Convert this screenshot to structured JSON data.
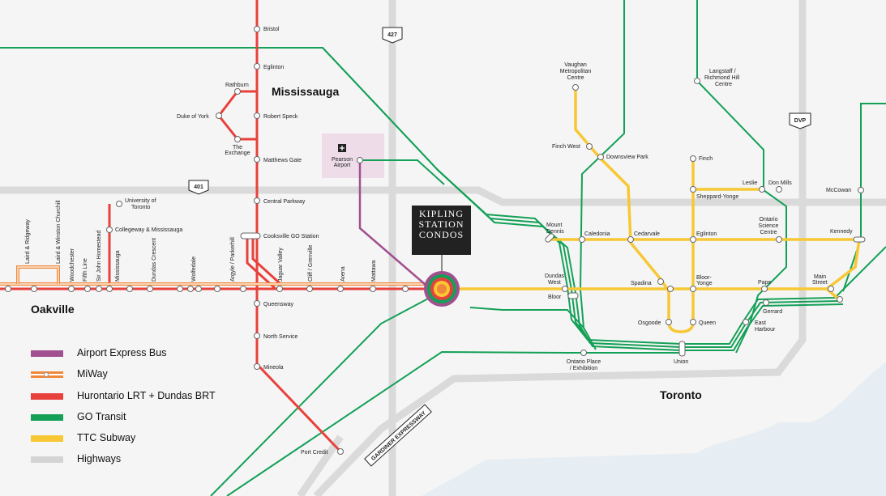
{
  "cities": {
    "mississauga": "Mississauga",
    "oakville": "Oakville",
    "toronto": "Toronto"
  },
  "highways": {
    "hw427": "427",
    "hw401": "401",
    "dvp": "DVP",
    "gardiner": "GARDINER EXPRESSWAY"
  },
  "brand": {
    "line1": "KIPLING",
    "line2": "STATION",
    "line3": "CONDOS"
  },
  "airport": {
    "label_line1": "Pearson",
    "label_line2": "Airport",
    "icon": "airplane-icon"
  },
  "legend": [
    {
      "label": "Airport Express Bus",
      "color": "#a0508f",
      "style": "solid"
    },
    {
      "label": "MiWay",
      "color": "#f0883a",
      "style": "double"
    },
    {
      "label": "Hurontario LRT + Dundas BRT",
      "color": "#e8413c",
      "style": "solid"
    },
    {
      "label": "GO Transit",
      "color": "#14a057",
      "style": "solid"
    },
    {
      "label": "TTC Subway",
      "color": "#f7c834",
      "style": "solid"
    },
    {
      "label": "Highways",
      "color": "#d4d4d4",
      "style": "solid"
    }
  ],
  "colors": {
    "background": "#f5f5f5",
    "water": "#e6eef4",
    "highway": "#dadada",
    "airport_zone": "#eedde9",
    "red": "#e8413c",
    "green": "#14a057",
    "yellow": "#f7c834",
    "orange": "#f0883a",
    "purple": "#a0508f"
  },
  "hurontario_stations": {
    "bristol": "Bristol",
    "eglinton": "Eglinton",
    "rathburn": "Rathburn",
    "duke_of_york": "Duke of York",
    "robert_speck": "Robert Speck",
    "the_exchange_1": "The",
    "the_exchange_2": "Exchange",
    "matthews_gate": "Matthews Gate",
    "central_parkway": "Central Parkway",
    "cooksville": "Cooksville GO Station",
    "queensway": "Queensway",
    "north_service": "North Service",
    "mineola": "Mineola",
    "port_credit": "Port Credit"
  },
  "dundas_stations": {
    "uoft_1": "University of",
    "uoft_2": "Toronto",
    "collegeway": "Collegeway & Mississauga",
    "laird": "Laird & Ridgeway",
    "winston": "Laird & Winston Churchill",
    "woodchester": "Woodchester",
    "fifth_line": "Fifth Line",
    "homestead": "Sir John Homestead",
    "mississauga_rd": "Mississauga",
    "dundas_crescent": "Dundas Crescent",
    "wolfedale": "Wolfedale",
    "argyle": "Argyle / Parkerhill",
    "jaguar": "Jaguar Valley",
    "cliff": "Cliff / Grenville",
    "arena": "Arena",
    "mattawa": "Mattawa"
  },
  "ttc_stations": {
    "vaughan_1": "Vaughan",
    "vaughan_2": "Metropolitan",
    "vaughan_3": "Centre",
    "finch_west": "Finch West",
    "downsview": "Downsview Park",
    "finch": "Finch",
    "sheppard_yonge": "Sheppard-Yonge",
    "leslie": "Leslie",
    "don_mills": "Don Mills",
    "mount_dennis_1": "Mount",
    "mount_dennis_2": "Dennis",
    "caledonia": "Caledonia",
    "cedarvale": "Cedarvale",
    "eglinton": "Eglinton",
    "science_centre_1": "Ontario",
    "science_centre_2": "Science",
    "science_centre_3": "Centre",
    "kennedy": "Kennedy",
    "dundas_west_1": "Dundas",
    "dundas_west_2": "West",
    "bloor": "Bloor",
    "spadina": "Spadina",
    "bloor_yonge_1": "Bloor-",
    "bloor_yonge_2": "Yonge",
    "pape": "Pape",
    "main_street_1": "Main",
    "main_street_2": "Street",
    "osgoode": "Osgoode",
    "queen": "Queen",
    "union": "Union"
  },
  "go_stations": {
    "langstaff_1": "Langstaff /",
    "langstaff_2": "Richmond Hill",
    "langstaff_3": "Centre",
    "mccowan": "McCowan",
    "gerrard": "Gerrard",
    "east_harbour_1": "East",
    "east_harbour_2": "Harbour",
    "ontario_place_1": "Ontario Place",
    "ontario_place_2": "/ Exhibition"
  }
}
